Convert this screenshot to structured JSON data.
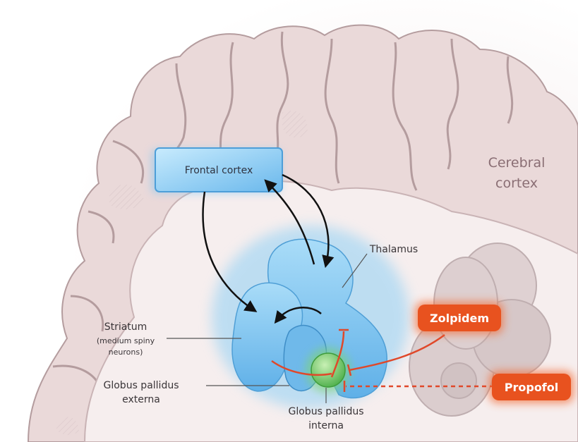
{
  "labels": {
    "cerebral_cortex_line1": "Cerebral",
    "cerebral_cortex_line2": "cortex",
    "frontal_cortex": "Frontal cortex",
    "thalamus": "Thalamus",
    "striatum": "Striatum",
    "striatum_sub1": "(medium spiny",
    "striatum_sub2": "neurons)",
    "gp_externa_line1": "Globus pallidus",
    "gp_externa_line2": "externa",
    "gp_interna_line1": "Globus pallidus",
    "gp_interna_line2": "interna"
  },
  "drugs": {
    "zolpidem": "Zolpidem",
    "propofol": "Propofol"
  },
  "colors": {
    "brain_tissue": "#ecdcdc",
    "brain_outline": "#b49c9e",
    "blue_structure": "#7fc2ee",
    "green_structure": "#5fbf5a",
    "drug_orange": "#e8521f",
    "inhibitory_red": "#e0482a",
    "pathway_arrow": "#111111"
  }
}
